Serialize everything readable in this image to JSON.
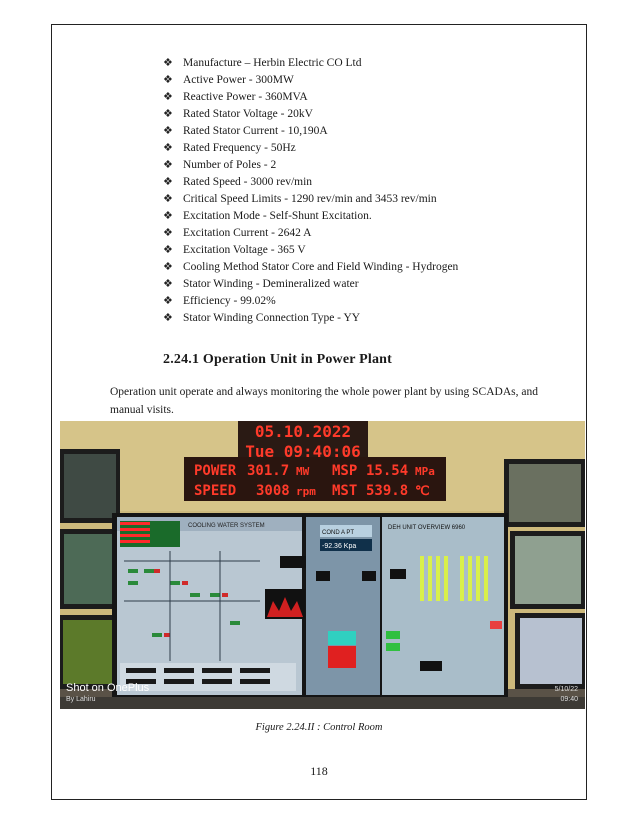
{
  "specs": [
    "Manufacture – Herbin Electric CO Ltd",
    "Active Power - 300MW",
    "Reactive Power -  360MVA",
    "Rated Stator Voltage  - 20kV",
    "Rated Stator Current -  10,190A",
    "Rated Frequency - 50Hz",
    "Number of Poles - 2",
    "Rated Speed - 3000 rev/min",
    "Critical Speed Limits -  1290 rev/min and 3453 rev/min",
    "Excitation Mode - Self-Shunt Excitation.",
    "Excitation Current - 2642 A",
    "Excitation Voltage - 365 V",
    "Cooling Method Stator Core and Field Winding - Hydrogen",
    "Stator Winding - Demineralized water",
    "Efficiency -  99.02%",
    "Stator Winding Connection Type - YY"
  ],
  "bullet_glyph": "❖",
  "section_heading": "2.24.1 Operation Unit in Power Plant",
  "paragraph": "Operation unit operate and always monitoring the whole power plant by using SCADAs, and manual visits.",
  "photo": {
    "date": "05.10.2022",
    "day_time": "Tue  09:40:06",
    "power_label": "POWER",
    "power_value": "301.7",
    "power_unit": "MW",
    "msp_label": "MSP",
    "msp_value": "15.54",
    "msp_unit": "MPa",
    "speed_label": "SPEED",
    "speed_value": "3008",
    "speed_unit": "rpm",
    "mst_label": "MST",
    "mst_value": "539.8",
    "mst_unit": "℃",
    "screen_cooling_title": "COOLING WATER SYSTEM",
    "screen_cond_label": "COND A PT",
    "screen_cond_value": "-92.36 Kpa",
    "screen_deh_title": "DEH UNIT OVERVIEW 6960",
    "watermark_main": "Shot on OnePlus",
    "watermark_sub": "By Lahiru",
    "watermark_date": "5/10/22",
    "watermark_time": "09:40"
  },
  "caption": "Figure 2.24.II  : Control Room",
  "page_number": "118"
}
